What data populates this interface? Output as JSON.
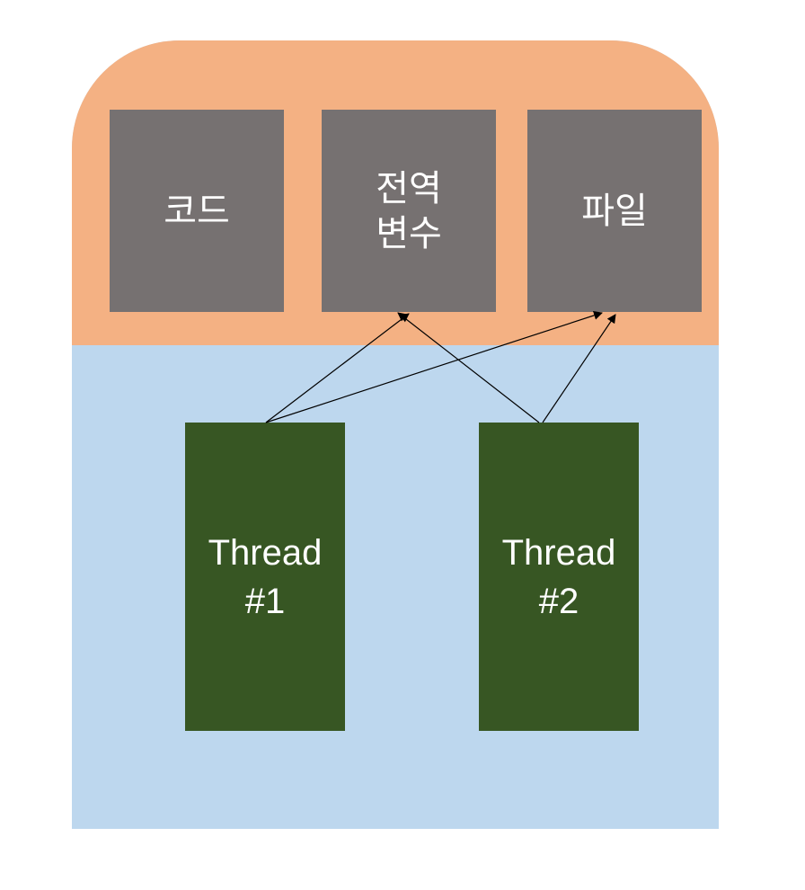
{
  "resources": [
    {
      "id": "code",
      "label": "코드"
    },
    {
      "id": "globals",
      "label": "전역\n변수"
    },
    {
      "id": "file",
      "label": "파일"
    }
  ],
  "threads": [
    {
      "id": "thread-1",
      "label": "Thread\n#1"
    },
    {
      "id": "thread-2",
      "label": "Thread\n#2"
    }
  ],
  "connections": [
    {
      "from": "thread-1",
      "to": "globals"
    },
    {
      "from": "thread-1",
      "to": "file"
    },
    {
      "from": "thread-2",
      "to": "globals"
    },
    {
      "from": "thread-2",
      "to": "file"
    }
  ],
  "colors": {
    "process_fill": "#bdd7ee",
    "shared_fill": "#f4b183",
    "resource_fill": "#767171",
    "thread_fill": "#375623",
    "text": "#ffffff",
    "arrow": "#000000"
  }
}
